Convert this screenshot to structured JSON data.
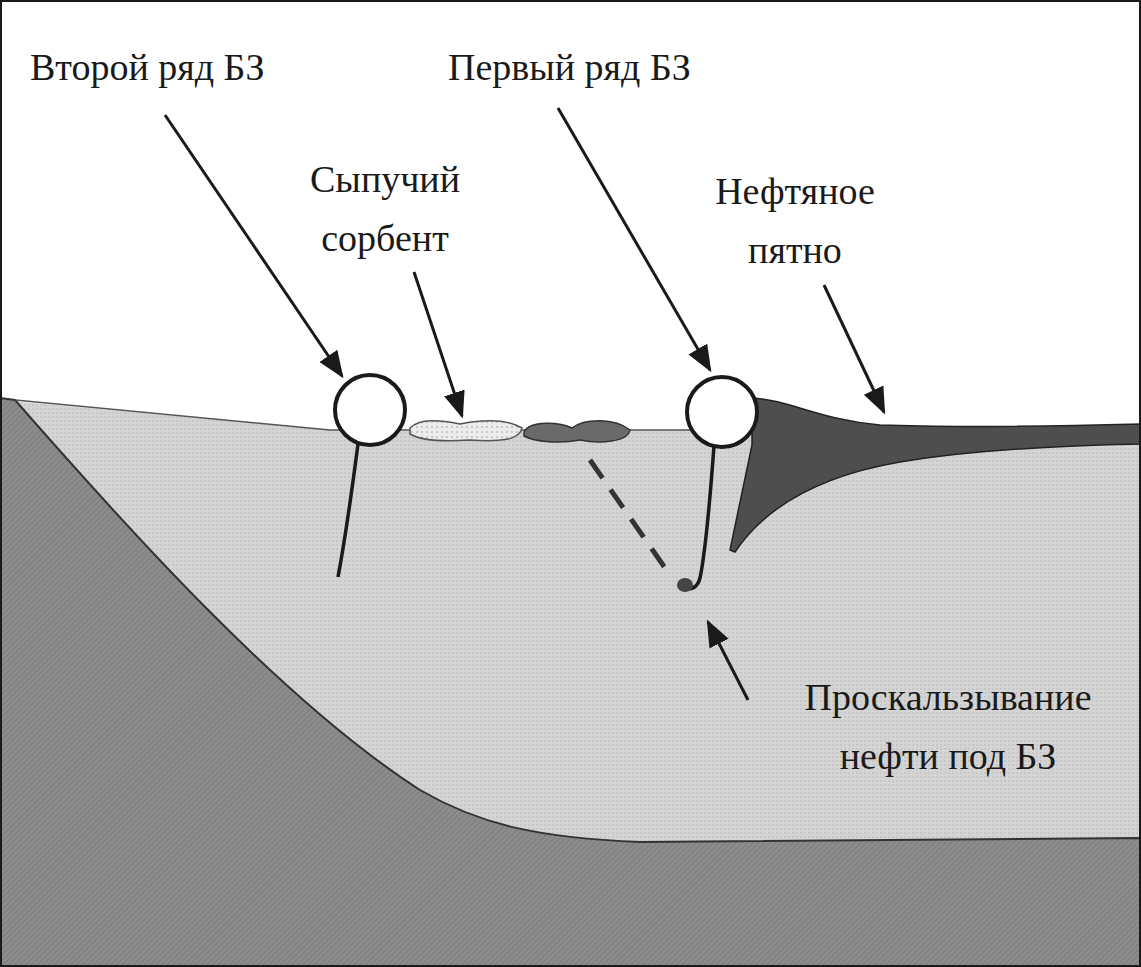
{
  "diagram": {
    "labels": [
      "Второй ряд БЗ",
      "Первый ряд БЗ",
      "Сыпучий сорбент",
      "Нефтяное пятно",
      "Проскальзывание нефти под БЗ"
    ]
  }
}
